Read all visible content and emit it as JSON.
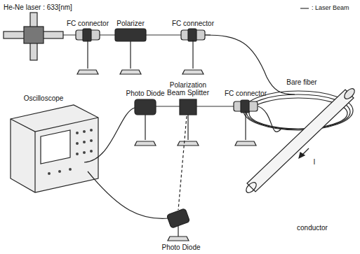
{
  "diagram": {
    "labels": [
      "He-Ne laser : 633[nm]",
      "FC connector",
      "Polarizer",
      "FC connector",
      "Bare fiber",
      "I",
      "conductor",
      "Oscilloscope",
      "Photo Diode",
      "Polarization Beam Splitter",
      "FC connector",
      "Photo Diode"
    ],
    "legend": [
      {
        "text": ": Laser Beam"
      }
    ]
  }
}
